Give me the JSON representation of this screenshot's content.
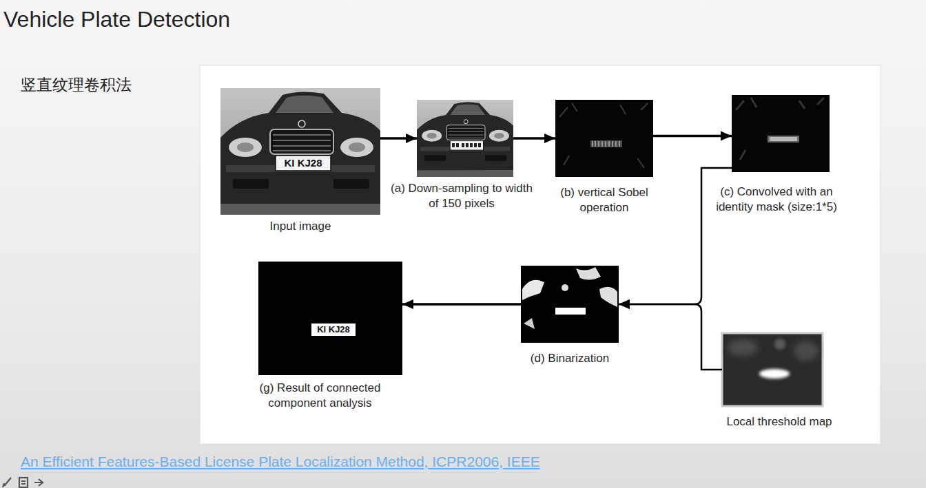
{
  "diagram": {
    "title": "Vehicle Plate Detection",
    "nodes": [
      {
        "text": [
          "Input image"
        ]
      },
      {
        "text": [
          "(a) Down-sampling to width of 150 pixels"
        ]
      },
      {
        "text": [
          "(b) vertical Sobel operation"
        ]
      },
      {
        "text": [
          "(c) Convolved with an identity mask (size:1*5)"
        ]
      },
      {
        "text": [
          "Local threshold map"
        ]
      },
      {
        "text": [
          "(d) Binarization"
        ]
      },
      {
        "text": [
          "(g) Result of connected component analysis"
        ]
      }
    ],
    "edges": [
      {
        "from": 0,
        "to": 1,
        "arrow": "to"
      },
      {
        "from": 1,
        "to": 2,
        "arrow": "to"
      },
      {
        "from": 2,
        "to": 3,
        "arrow": "to"
      },
      {
        "from": 3,
        "to": 5,
        "arrow": "to"
      },
      {
        "from": 4,
        "to": 5,
        "arrow": "to"
      },
      {
        "from": 5,
        "to": 6,
        "arrow": "to"
      }
    ],
    "labels": [
      "竖直纹理卷积法",
      "KI KJ28",
      "KI KJ28",
      "An Efficient Features-Based License Plate Localization Method, ICPR2006, IEEE"
    ]
  }
}
